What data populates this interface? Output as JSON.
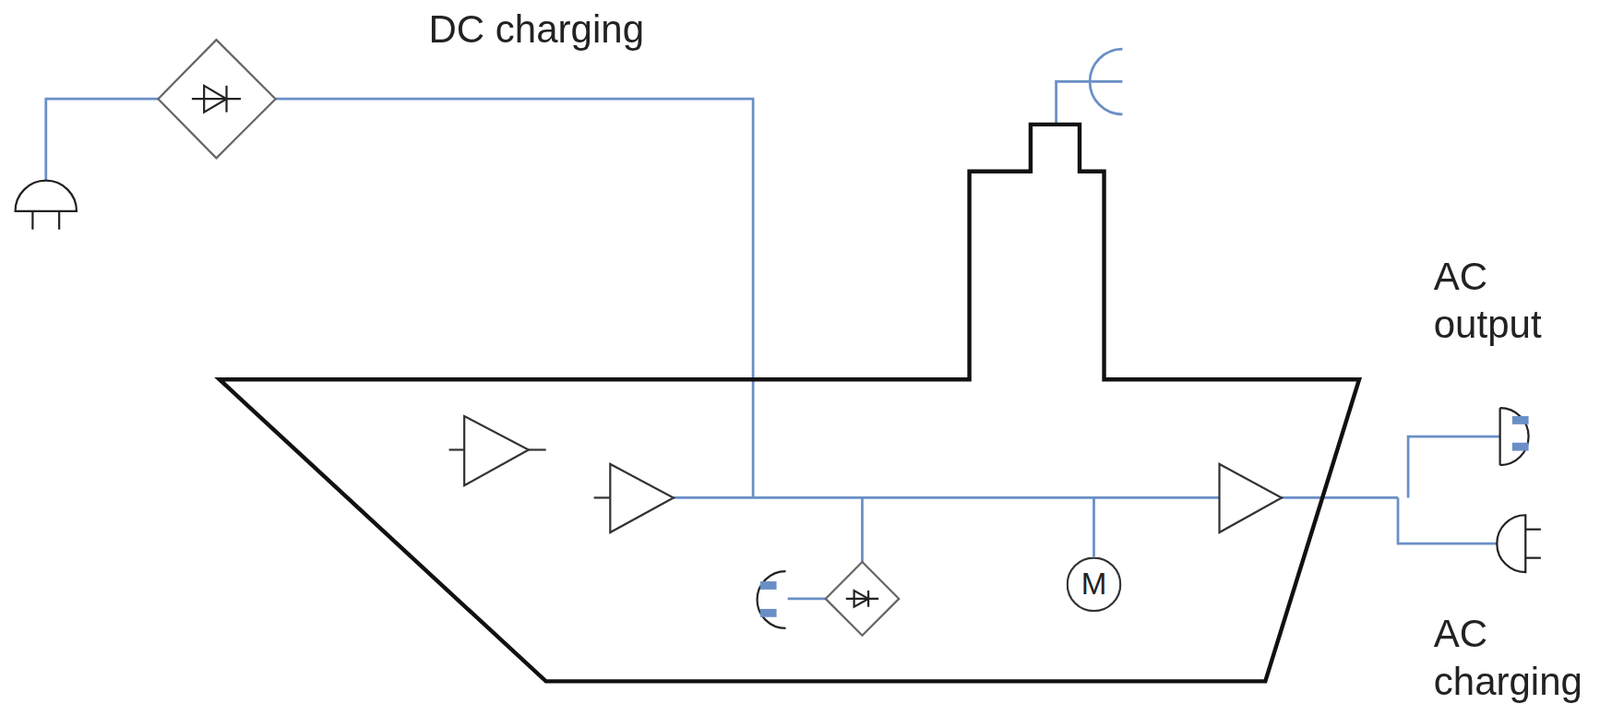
{
  "diagram": {
    "nodes": [
      {
        "text": [
          "M"
        ]
      }
    ],
    "labels": [
      "DC charging",
      "AC output",
      "AC charging"
    ]
  }
}
